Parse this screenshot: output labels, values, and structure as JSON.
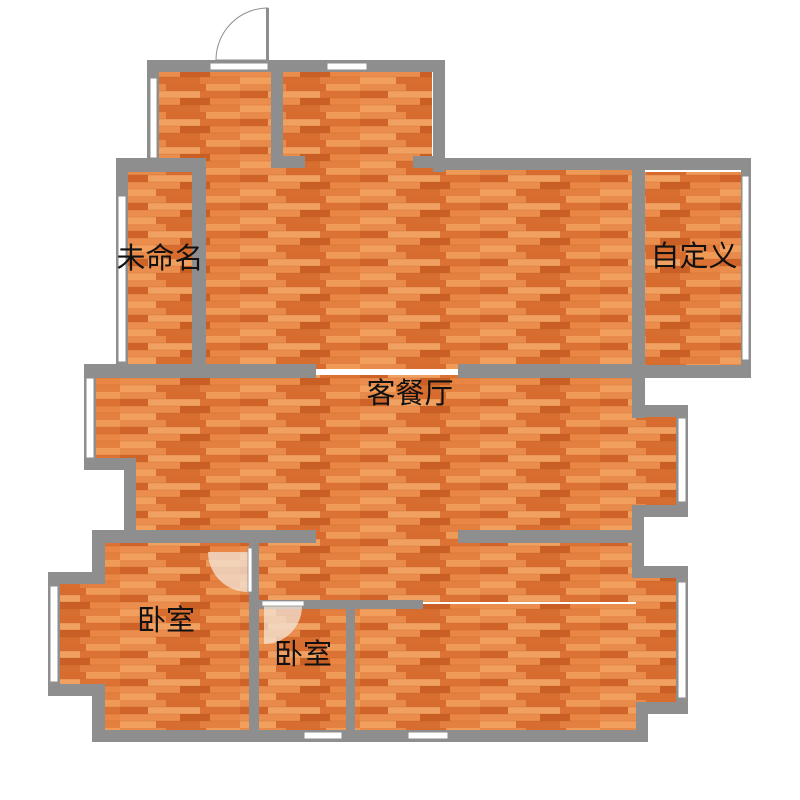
{
  "floor_plan": {
    "rooms": [
      {
        "id": "unnamed",
        "label": "未命名"
      },
      {
        "id": "custom",
        "label": "自定义"
      },
      {
        "id": "living-dining",
        "label": "客餐厅"
      },
      {
        "id": "bedroom-1",
        "label": "卧室"
      },
      {
        "id": "bedroom-2",
        "label": "卧室"
      }
    ],
    "colors": {
      "wall": "#8e8e8e",
      "floor": "#e0793c",
      "plank_light": "#f0a060",
      "plank_dark": "#c95f24",
      "window": "#ffffff",
      "door_swing": "#f3e6d8"
    }
  }
}
